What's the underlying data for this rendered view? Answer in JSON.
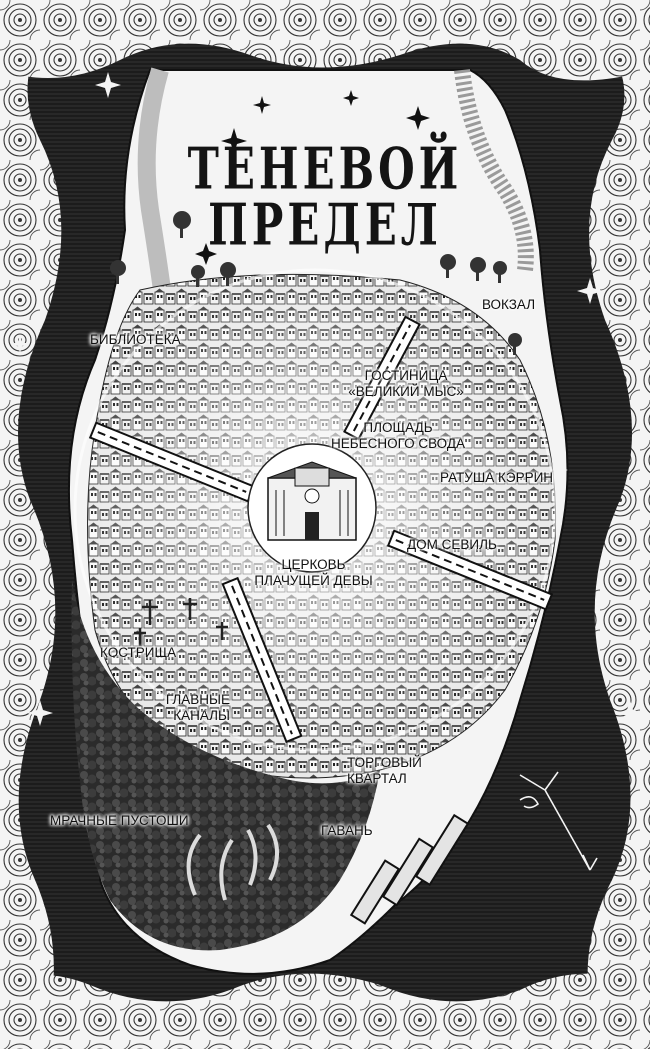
{
  "title": {
    "line1": "ТЕНЕВОЙ",
    "line2": "ПРЕДЕЛ"
  },
  "places": {
    "library": "БИБЛИОТЕКА",
    "station": "ВОКЗАЛ",
    "hotel_line1": "ГОСТИНИЦА",
    "hotel_line2": "«ВЕЛИКИЙ МЫС»",
    "square_line1": "ПЛОЩАДЬ",
    "square_line2": "НЕБЕСНОГО СВОДА",
    "town_hall": "РАТУША КЭРРИН",
    "sevil_house": "ДОМ СЕВИЛЬ",
    "church_line1": "ЦЕРКОВЬ",
    "church_line2": "ПЛАЧУЩЕЙ ДЕВЫ",
    "kostrishcha": "КОСТРИЩА",
    "canals_line1": "ГЛАВНЫЕ",
    "canals_line2": "КАНАЛЫ",
    "market_line1": "ТОРГОВЫЙ",
    "market_line2": "КВАРТАЛ",
    "wastes": "МРАЧНЫЕ ПУСТОШИ",
    "harbor": "ГАВАНЬ"
  },
  "colors": {
    "ink": "#141414",
    "paper": "#f2f2f2",
    "sea": "#1c1c1c",
    "halo": "#ffffff"
  },
  "icons": {
    "border": "swirl-cloud-border",
    "stars": "sparkle-star-icon",
    "compass": "compass-arrow-icon",
    "church": "cathedral-icon"
  }
}
